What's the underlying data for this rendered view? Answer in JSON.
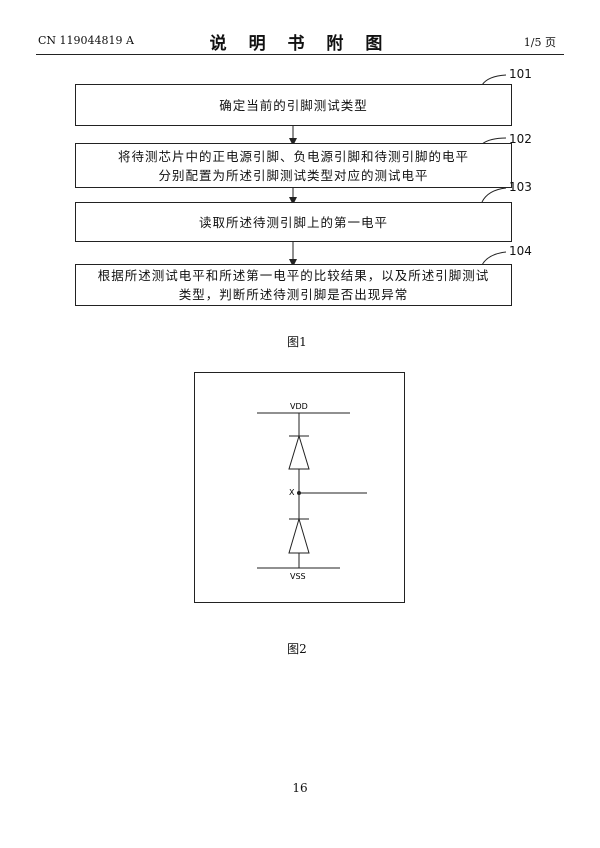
{
  "header": {
    "publication_number": "CN 119044819 A",
    "section_title": "说 明 书 附 图",
    "page_index": "1/5 页"
  },
  "figure1": {
    "steps": [
      {
        "ref": "101",
        "lines": [
          "确定当前的引脚测试类型"
        ]
      },
      {
        "ref": "102",
        "lines": [
          "将待测芯片中的正电源引脚、负电源引脚和待测引脚的电平",
          "分别配置为所述引脚测试类型对应的测试电平"
        ]
      },
      {
        "ref": "103",
        "lines": [
          "读取所述待测引脚上的第一电平"
        ]
      },
      {
        "ref": "104",
        "lines": [
          "根据所述测试电平和所述第一电平的比较结果，以及所述引脚测试",
          "类型，判断所述待测引脚是否出现异常"
        ]
      }
    ],
    "caption": "图1"
  },
  "figure2": {
    "labels": {
      "top_rail": "VDD",
      "node": "X",
      "bottom_rail": "VSS"
    },
    "caption": "图2"
  },
  "footer": {
    "page_number": "16"
  }
}
